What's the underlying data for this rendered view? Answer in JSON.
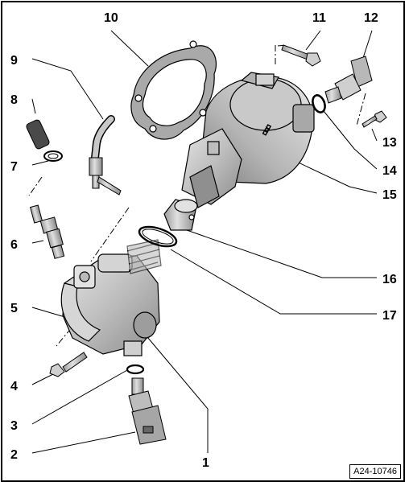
{
  "diagram": {
    "reference_code": "A24-10746",
    "colors": {
      "part_fill": "#bfbfbf",
      "part_light": "#dcdcdc",
      "part_dark": "#8a8a8a",
      "line": "#000000"
    },
    "callouts": [
      {
        "id": "c1",
        "text": "1",
        "part": "high-pressure pump"
      },
      {
        "id": "c2",
        "text": "2",
        "part": "pressure sensor connector"
      },
      {
        "id": "c3",
        "text": "3",
        "part": "o-ring"
      },
      {
        "id": "c4",
        "text": "4",
        "part": "bolt"
      },
      {
        "id": "c5",
        "text": "5",
        "part": "pump housing"
      },
      {
        "id": "c6",
        "text": "6",
        "part": "union fitting"
      },
      {
        "id": "c7",
        "text": "7",
        "part": "clamp"
      },
      {
        "id": "c8",
        "text": "8",
        "part": "hose sleeve"
      },
      {
        "id": "c9",
        "text": "9",
        "part": "fuel line"
      },
      {
        "id": "c10",
        "text": "10",
        "part": "gasket"
      },
      {
        "id": "c11",
        "text": "11",
        "part": "bolt"
      },
      {
        "id": "c12",
        "text": "12",
        "part": "sensor"
      },
      {
        "id": "c13",
        "text": "13",
        "part": "bolt"
      },
      {
        "id": "c14",
        "text": "14",
        "part": "o-ring"
      },
      {
        "id": "c15",
        "text": "15",
        "part": "pump housing cover"
      },
      {
        "id": "c16",
        "text": "16",
        "part": "roller tappet"
      },
      {
        "id": "c17",
        "text": "17",
        "part": "o-ring"
      }
    ]
  }
}
